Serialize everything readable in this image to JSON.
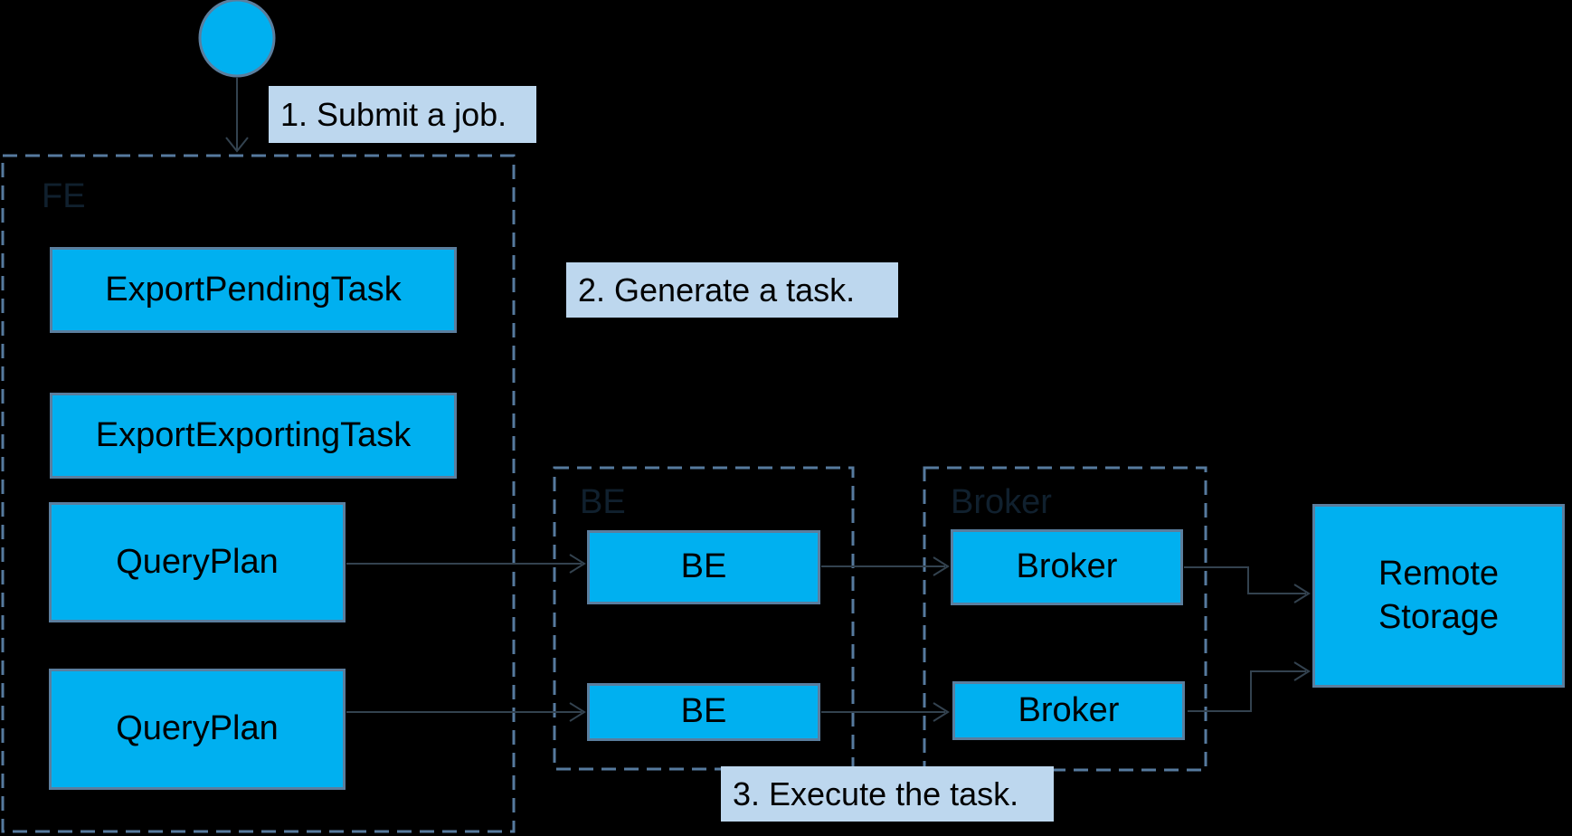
{
  "diagram": {
    "groups": {
      "fe": {
        "label": "FE"
      },
      "be": {
        "label": "BE"
      },
      "broker": {
        "label": "Broker"
      }
    },
    "nodes": {
      "export_pending": {
        "label": "ExportPendingTask"
      },
      "export_exporting": {
        "label": "ExportExportingTask"
      },
      "query_plan_1": {
        "label": "QueryPlan"
      },
      "query_plan_2": {
        "label": "QueryPlan"
      },
      "be_1": {
        "label": "BE"
      },
      "be_2": {
        "label": "BE"
      },
      "broker_1": {
        "label": "Broker"
      },
      "broker_2": {
        "label": "Broker"
      },
      "remote_storage": {
        "label": "Remote Storage"
      }
    },
    "steps": {
      "step1": {
        "label": "1. Submit a job."
      },
      "step2": {
        "label": "2. Generate a task."
      },
      "step3": {
        "label": "3. Execute the task."
      }
    },
    "colors": {
      "background": "#000000",
      "node_fill": "#00B0F0",
      "node_border": "#5B7E9E",
      "group_border": "#567A9E",
      "group_label_text": "#10202E",
      "step_bg": "#BDD7EE",
      "text": "#000000",
      "connector": "#33424F"
    }
  }
}
